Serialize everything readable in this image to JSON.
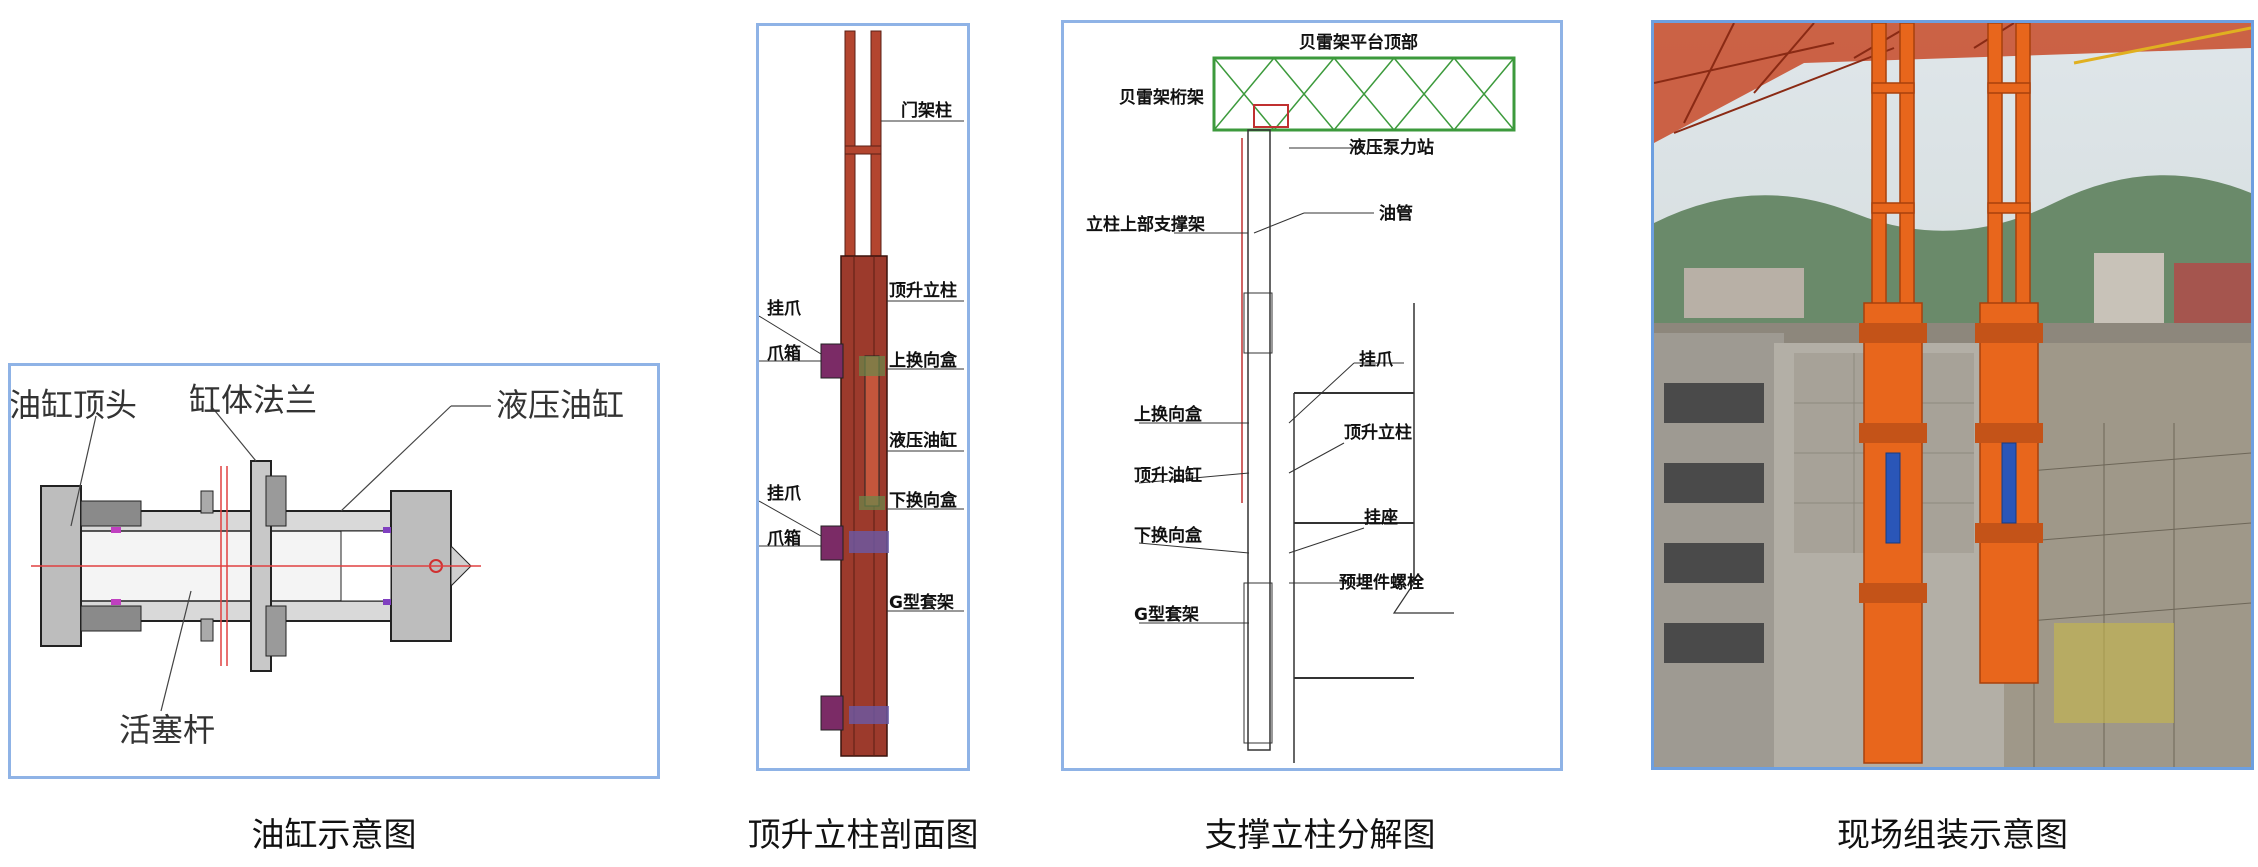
{
  "captions": {
    "cylinder": "油缸示意图",
    "column_section": "顶升立柱剖面图",
    "column_exploded": "支撑立柱分解图",
    "site_assembly": "现场组装示意图"
  },
  "cylinder_labels": {
    "top_head": "油缸顶头",
    "flange": "缸体法兰",
    "hydraulic": "液压油缸",
    "piston_rod": "活塞杆"
  },
  "section_labels": {
    "portal_column": "门架柱",
    "claw_1": "挂爪",
    "claw_seat_1": "爪箱",
    "lift_column": "顶升立柱",
    "upper_box": "上换向盒",
    "hydraulic_cyl": "液压油缸",
    "claw_2": "挂爪",
    "claw_seat_2": "爪箱",
    "lower_box": "下换向盒",
    "frame": "G型套架"
  },
  "exploded_labels": {
    "bailey_top": "贝雷架平台顶部",
    "bailey_truss": "贝雷架桁架",
    "pump_station": "液压泵力站",
    "upper_support": "立柱上部支撑架",
    "oil_pipe": "油管",
    "claw": "挂爪",
    "upper_box": "上换向盒",
    "lift_column": "顶升立柱",
    "lift_cylinder": "顶升油缸",
    "claw_seat": "挂座",
    "lower_box": "下换向盒",
    "embedded_bolt": "预埋件螺栓",
    "frame": "G型套架"
  },
  "colors": {
    "panel_border": "#8fb3e6",
    "steel_orange": "#e8661c",
    "section_red": "#9c3a2c",
    "truss_green": "#3c9a3c"
  }
}
